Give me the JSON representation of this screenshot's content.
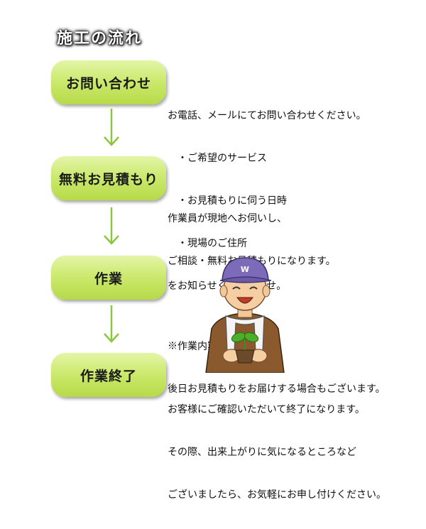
{
  "title": "施工の流れ",
  "steps": [
    {
      "label": "お問い合わせ"
    },
    {
      "label": "無料お見積もり"
    },
    {
      "label": "作業"
    },
    {
      "label": "作業終了"
    }
  ],
  "descriptions": {
    "inquiry": [
      "お電話、メールにてお問い合わせください。",
      "　・ご希望のサービス",
      "　・お見積もりに伺う日時",
      "　・現場のご住所",
      "をお知らせくださいませ。"
    ],
    "estimate": [
      "作業員が現地へお伺いし、",
      "ご相談・無料お見積もりになります。",
      "",
      "※作業内容により、",
      "後日お見積もりをお届けする場合もございます。"
    ],
    "finish": [
      "お客様にご確認いただいて終了になります。",
      "その際、出来上がりに気になるところなど",
      "ございましたら、お気軽にお申し付けください。"
    ]
  },
  "icons": {
    "arrow": "down-arrow-icon",
    "worker": "worker-illustration",
    "cap_letter": "W"
  },
  "colors": {
    "step_light": "#e4f5a8",
    "step_dark": "#b6da48",
    "arrow": "#8cc63f",
    "cap": "#7b6bb8"
  }
}
